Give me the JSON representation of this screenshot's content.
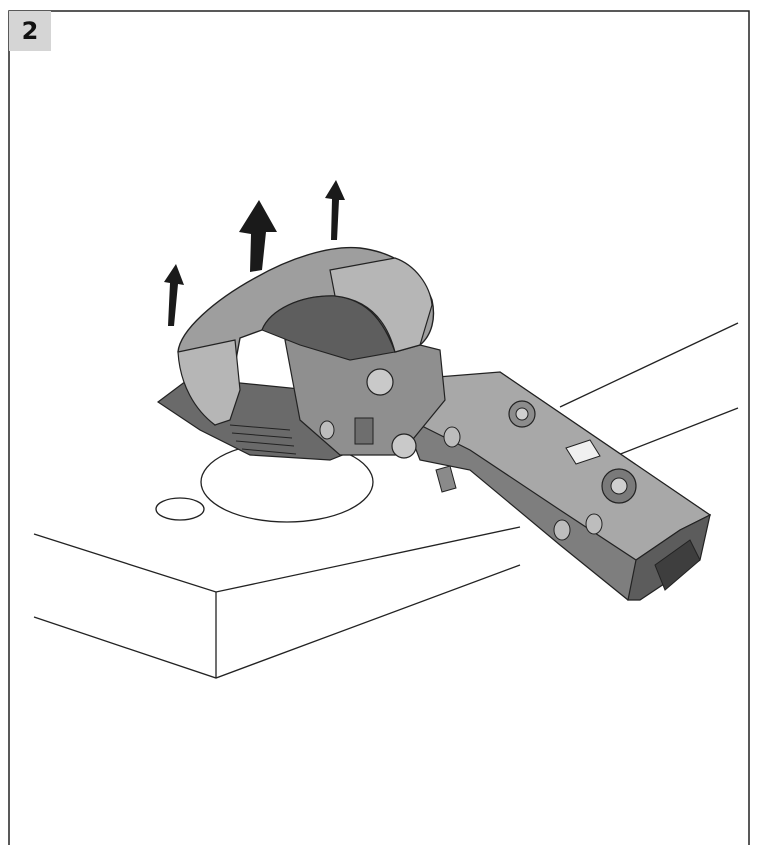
{
  "step": {
    "number": "2"
  },
  "colors": {
    "frame": "#222222",
    "badge_bg": "#d5d5d5",
    "hinge_body": "#a3a3a3",
    "hinge_dark": "#4a4a4a",
    "hinge_light": "#c4c4c4",
    "arrow": "#1a1a1a"
  },
  "icons": [
    "lift-arrow-icon",
    "concealed-hinge-illustration",
    "cabinet-panel-illustration"
  ]
}
